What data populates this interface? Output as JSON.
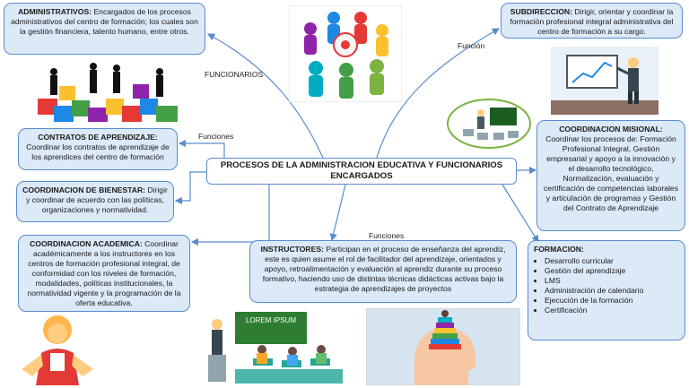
{
  "main_title": "PROCESOS DE LA  ADMINISTRACION EDUCATIVA Y FUNCIONARIOS ENCARGADOS",
  "labels": {
    "funcionarios": "FUNCIONARIOS",
    "funcion": "Función",
    "funciones_left": "Funciones",
    "funciones_bottom": "Funciones"
  },
  "boxes": {
    "administrativos": {
      "title": "ADMINISTRATIVOS:",
      "text": "Encargados de los procesos administrativos del centro de formación; los cuales son la gestión financiera, talento humano, entre otros."
    },
    "subdireccion": {
      "title": "SUBDIRECCION:",
      "text": "Dirigir, orientar y coordinar la formación profesional integral administrativa del centro de formación a su cargo."
    },
    "contratos": {
      "title": "CONTRATOS DE APRENDIZAJE:",
      "text": "Coordinar los contratos de aprendizaje de los aprendices del centro de formación"
    },
    "bienestar": {
      "title": "COORDINACION DE BIENESTAR:",
      "text": "Dirigir y coordinar de acuerdo con las políticas, organizaciones y normatividad."
    },
    "academica": {
      "title": "COORDINACION ACADEMICA:",
      "text": "Coordinar académicamente a los instructores en los centros de formación profesional integral, de conformidad con los niveles de formación, modalidades, políticas institucionales, la normatividad vigente y la programación de la oferta educativa."
    },
    "misional": {
      "title": "COORDINACION MISIONAL:",
      "text": "Coordinar los procesos de: Formación Profesional Integral, Gestión empresarial y apoyo a la innovación y el desarrollo tecnológico, Normalización, evaluación y certificación de competencias laborales y articulación de programas y Gestión del Contrato de Aprendizaje"
    },
    "instructores": {
      "title": "INSTRUCTORES:",
      "text": "Participan en el proceso de enseñanza del aprendiz, este es quien asume el rol de facilitador del aprendizaje, orientados y apoyo, retroalimentación y evaluación al aprendiz durante su proceso formativo, haciendo uso de distintas técnicas didácticas activas bajo la estrategia de aprendizajes de proyectos"
    },
    "formacion": {
      "title": "FORMACION:",
      "items": [
        "Desarrollo curricular",
        "Gestión del aprendizaje",
        "LMS",
        "Administración de calendario",
        "Ejecución de la formación",
        "Certificación"
      ]
    }
  },
  "illustrations": {
    "lorem": "LOREM IPSUM"
  },
  "colors": {
    "box_fill": "#dce9f7",
    "box_border": "#5b8ccf",
    "arrow": "#5b8ccf"
  }
}
